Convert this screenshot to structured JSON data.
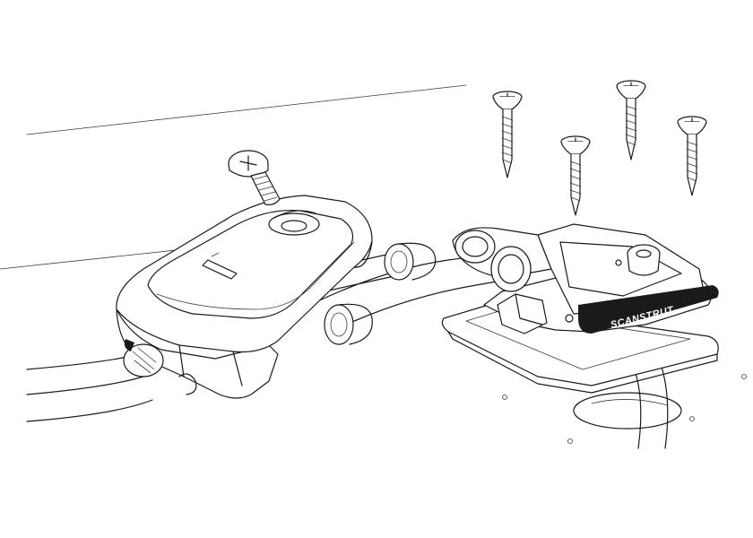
{
  "diagram": {
    "brand_label": "SCANSTRUT",
    "line_color": "#1a1a1a",
    "background": "#ffffff",
    "components": [
      "cable-seal-housing",
      "housing-screw",
      "deck-mount-base",
      "mounting-screws",
      "cables",
      "deck-holes"
    ]
  }
}
